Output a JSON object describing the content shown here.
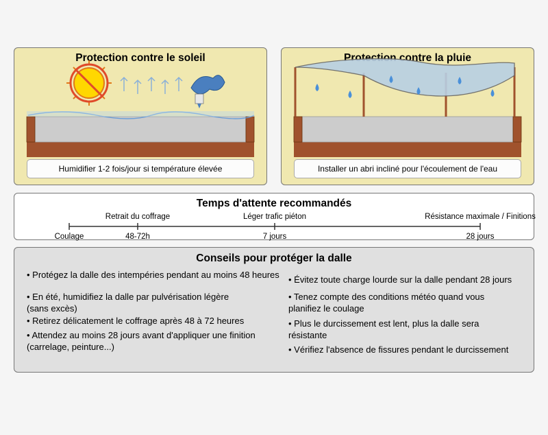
{
  "sun_panel": {
    "title": "Protection contre le soleil",
    "caption": "Humidifier 1-2 fois/jour si température élevée"
  },
  "rain_panel": {
    "title": "Protection contre la pluie",
    "caption": "Installer un abri incliné pour l'écoulement de l'eau"
  },
  "timeline": {
    "title": "Temps d'attente recommandés",
    "milestones": [
      {
        "above": "",
        "below": "Coulage"
      },
      {
        "above": "Retrait du coffrage",
        "below": "48-72h"
      },
      {
        "above": "Léger trafic piéton",
        "below": "7 jours"
      },
      {
        "above": "Résistance maximale / Finitions",
        "below": "28 jours"
      }
    ]
  },
  "tips": {
    "title": "Conseils pour protéger la dalle",
    "left": [
      "• Protégez la dalle des intempéries pendant au moins 48 heures",
      "• En été, humidifiez la dalle par pulvérisation légère (sans excès)",
      "• Retirez délicatement le coffrage après 48 à 72 heures",
      "• Attendez au moins 28 jours avant d'appliquer une finition (carrelage, peinture...)"
    ],
    "right": [
      "• Évitez toute charge lourde sur la dalle pendant 28 jours",
      "• Tenez compte des conditions météo quand vous planifiez le coulage",
      "• Plus le durcissement est lent, plus la dalle sera résistante",
      "• Vérifiez l'absence de fissures pendant le durcissement"
    ]
  },
  "colors": {
    "panel_yellow": "#f0e8b0",
    "slab_gray": "#cccccc",
    "ground_brown": "#a0522d",
    "water_blue": "#4a90d9",
    "sun_yellow": "#ffd700",
    "prohibit_red": "#e04a2a",
    "tips_gray": "#e0e0e0"
  }
}
